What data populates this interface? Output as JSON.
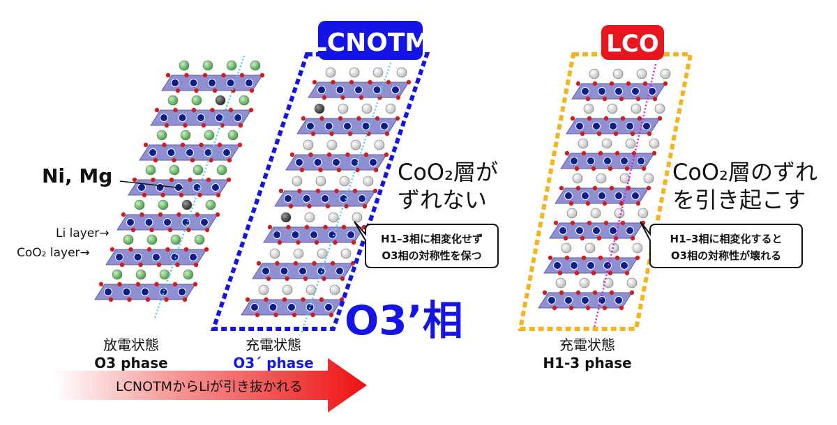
{
  "badges": {
    "lcno": "LCNOTM",
    "lco": "LCO"
  },
  "left_crystal": {
    "label_ni_mg": "Ni, Mg",
    "label_li_layer": "Li layer→",
    "label_coo2_layer": "CoO₂ layer→",
    "caption_state": "放電状態",
    "caption_phase": "O3 phase"
  },
  "middle_crystal": {
    "caption_state": "充電状態",
    "caption_phase": "O3´ phase",
    "big_phase_label": "O3’相",
    "callout_big_line1": "CoO₂層が",
    "callout_big_line2": "ずれない",
    "speech_line1": "H1–3相に相変化せず",
    "speech_line2": "O3相の対称性を保つ"
  },
  "right_crystal": {
    "caption_state": "充電状態",
    "caption_phase": "H1-3 phase",
    "callout_big_line1": "CoO₂層のずれ",
    "callout_big_line2": "を引き起こす",
    "speech_line1": "H1–3相に相変化すると",
    "speech_line2": "O3相の対称性が壊れる"
  },
  "arrow": {
    "label": "LCNOTMからLiが引き抜かれる"
  },
  "colors": {
    "lcno_blue": "#1414e6",
    "lco_red": "#e8141e",
    "lco_frame_yellow": "#f3b51b",
    "octahedra_fill": "#7b7cc9",
    "cobalt": "#0b1e8a",
    "oxygen": "#d41a1a",
    "lithium": "#5cb85c",
    "nickel_mg": "#3a3a3a",
    "axis_cyan": "#5cc8e8",
    "axis_magenta": "#d020d0",
    "arrow_red": "#ee1111"
  }
}
